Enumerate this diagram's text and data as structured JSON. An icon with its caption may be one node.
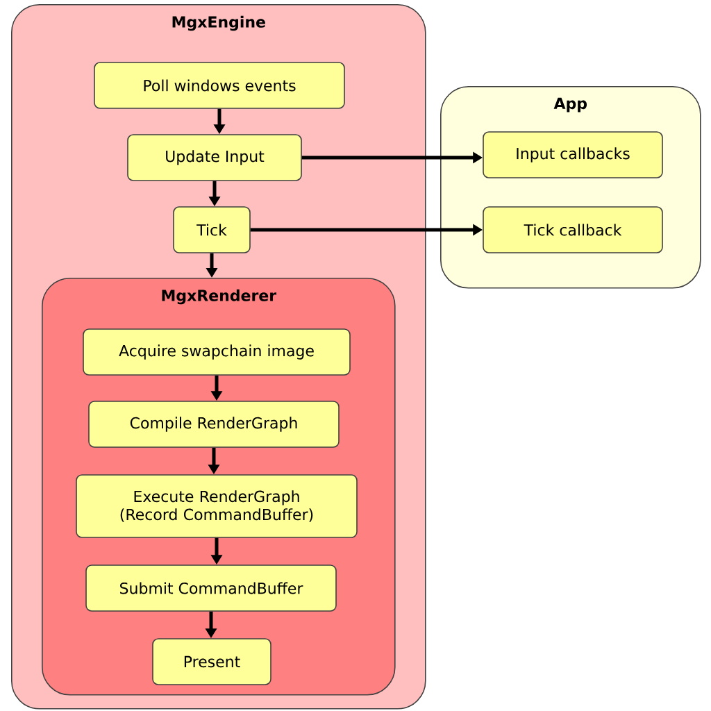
{
  "diagram": {
    "nodes": [
      {
        "text": [
          "MgxEngine"
        ]
      },
      {
        "text": [
          "Poll windows events"
        ],
        "in": 0
      },
      {
        "text": [
          "Update Input"
        ],
        "in": 0
      },
      {
        "text": [
          "Tick"
        ],
        "in": 0
      },
      {
        "text": [
          "MgxRenderer"
        ],
        "in": 0
      },
      {
        "text": [
          "Acquire swapchain image"
        ],
        "in": 4
      },
      {
        "text": [
          "Compile RenderGraph"
        ],
        "in": 4
      },
      {
        "text": [
          "Execute RenderGraph (Record CommandBuffer)"
        ],
        "in": 4
      },
      {
        "text": [
          "Submit CommandBuffer"
        ],
        "in": 4
      },
      {
        "text": [
          "Present"
        ],
        "in": 4
      },
      {
        "text": [
          "App"
        ]
      },
      {
        "text": [
          "Input callbacks"
        ],
        "in": 10
      },
      {
        "text": [
          "Tick callback"
        ],
        "in": 10
      }
    ],
    "edges": [
      {
        "from": 1,
        "to": 2,
        "arrow": "to"
      },
      {
        "from": 2,
        "to": 3,
        "arrow": "to"
      },
      {
        "from": 2,
        "to": 11,
        "arrow": "to"
      },
      {
        "from": 3,
        "to": 12,
        "arrow": "to"
      },
      {
        "from": 3,
        "to": 4,
        "arrow": "to"
      },
      {
        "from": 5,
        "to": 6,
        "arrow": "to"
      },
      {
        "from": 6,
        "to": 7,
        "arrow": "to"
      },
      {
        "from": 7,
        "to": 8,
        "arrow": "to"
      },
      {
        "from": 8,
        "to": 9,
        "arrow": "to"
      }
    ]
  }
}
